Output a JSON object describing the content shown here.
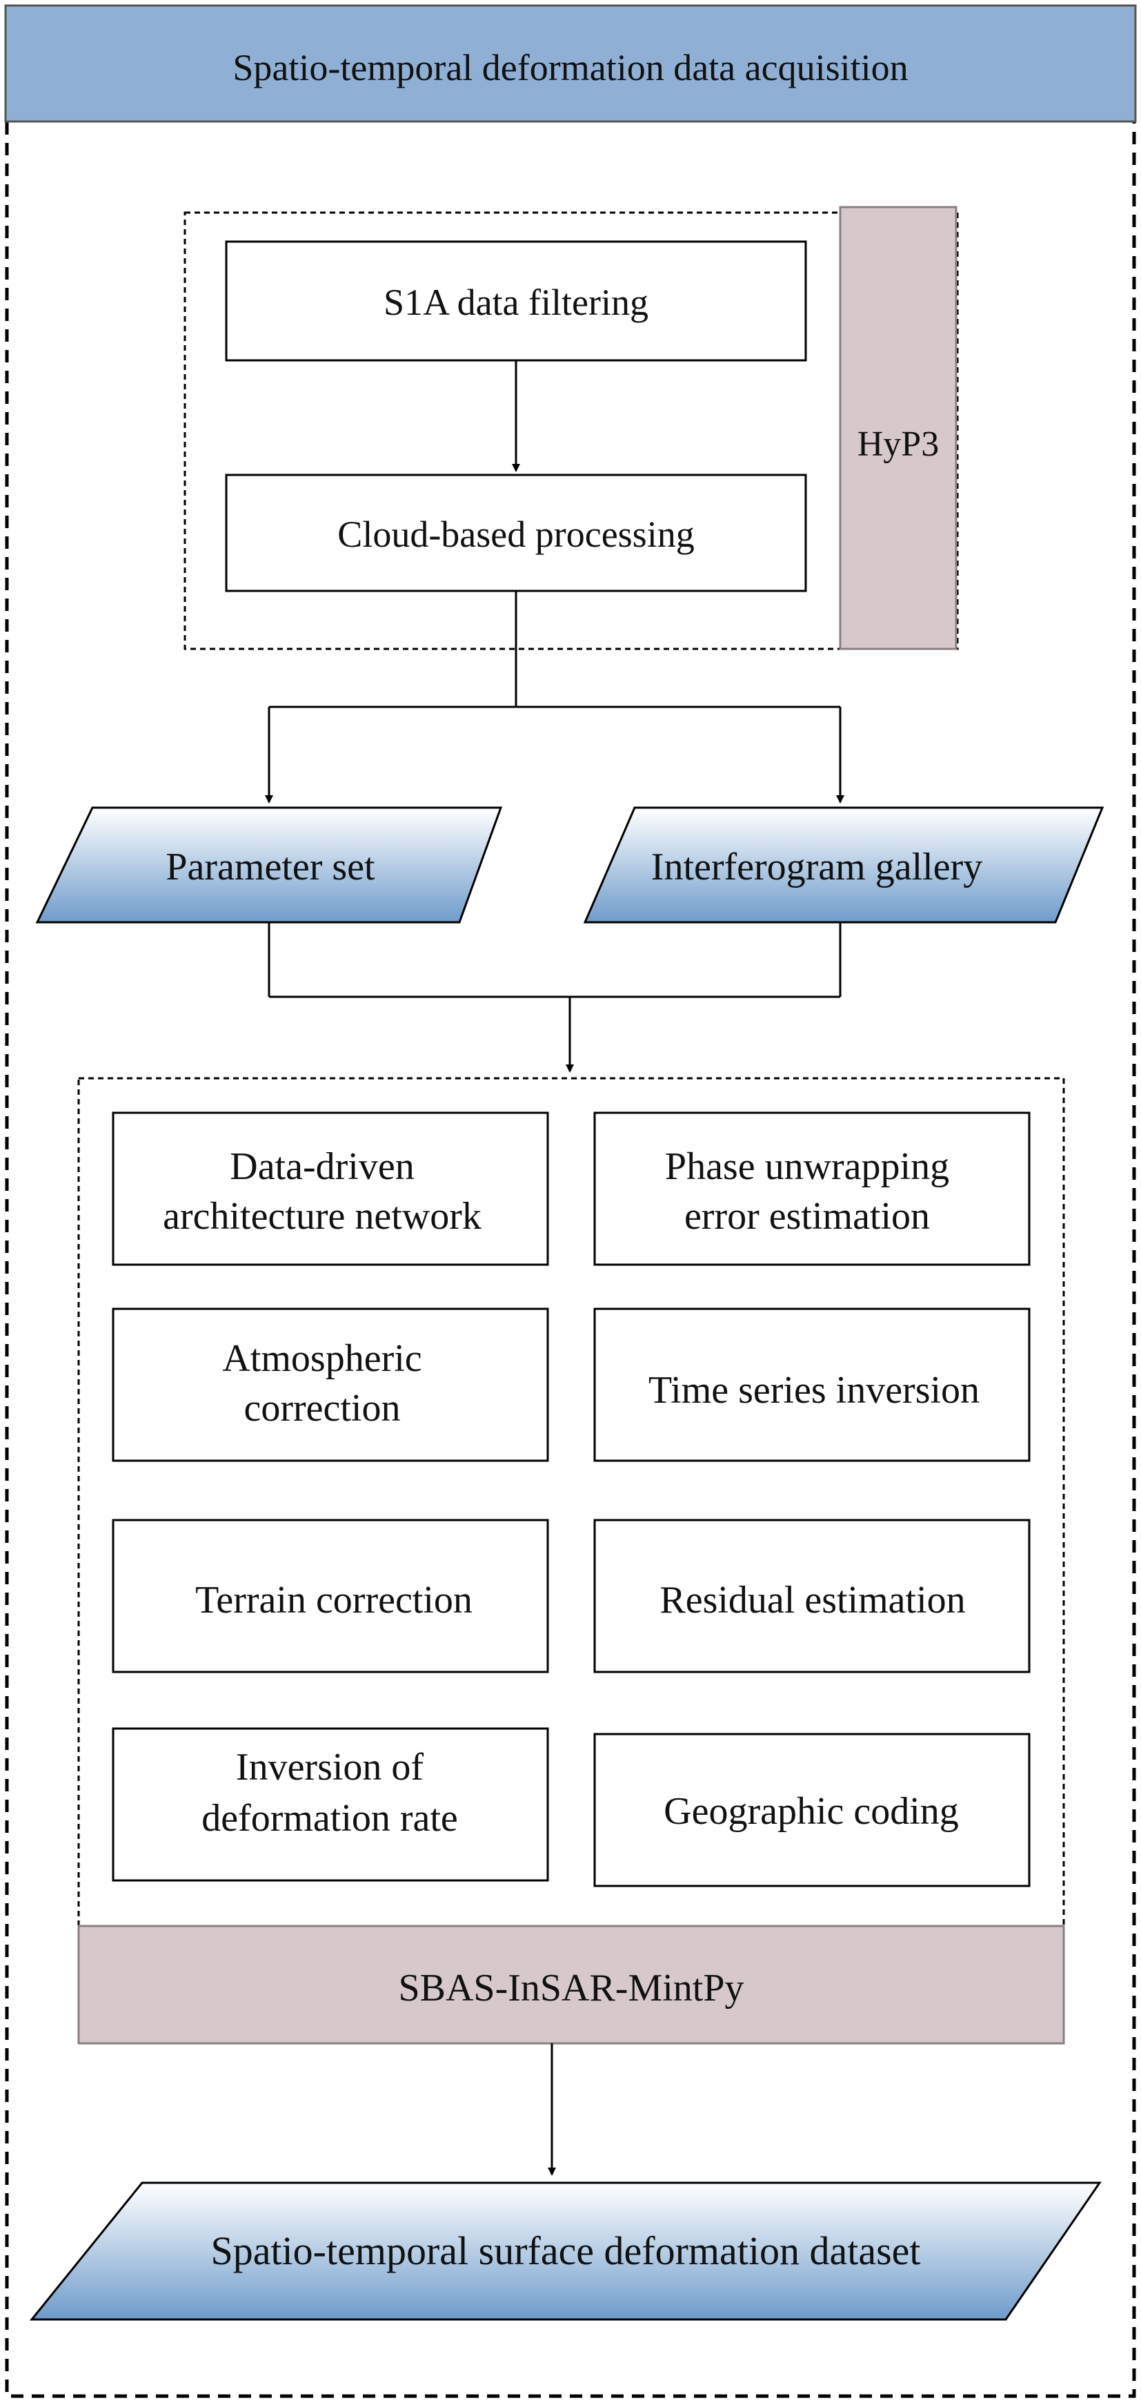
{
  "header": {
    "title": "Spatio-temporal deformation data acquisition"
  },
  "hyp3": {
    "label": "HyP3",
    "steps": [
      "S1A data filtering",
      "Cloud-based processing"
    ]
  },
  "inputs": {
    "parameter_set": "Parameter set",
    "interferogram_gallery": "Interferogram gallery"
  },
  "mintpy": {
    "label": "SBAS-InSAR-MintPy",
    "steps": [
      [
        "Data-driven",
        "architecture network"
      ],
      [
        "Phase unwrapping",
        "error estimation"
      ],
      [
        "Atmospheric",
        "correction"
      ],
      [
        "Time series inversion"
      ],
      [
        "Terrain correction"
      ],
      [
        "Residual estimation"
      ],
      [
        "Inversion of",
        "deformation rate"
      ],
      [
        "Geographic coding"
      ]
    ]
  },
  "output": {
    "label": "Spatio-temporal surface deformation dataset"
  },
  "colors": {
    "header_fill": "#8fb0d4",
    "label_fill": "#d7c8cb",
    "label_stroke": "#8a7f80",
    "parallelogram_top": "#ffffff",
    "parallelogram_bottom": "#6f9ccb"
  }
}
